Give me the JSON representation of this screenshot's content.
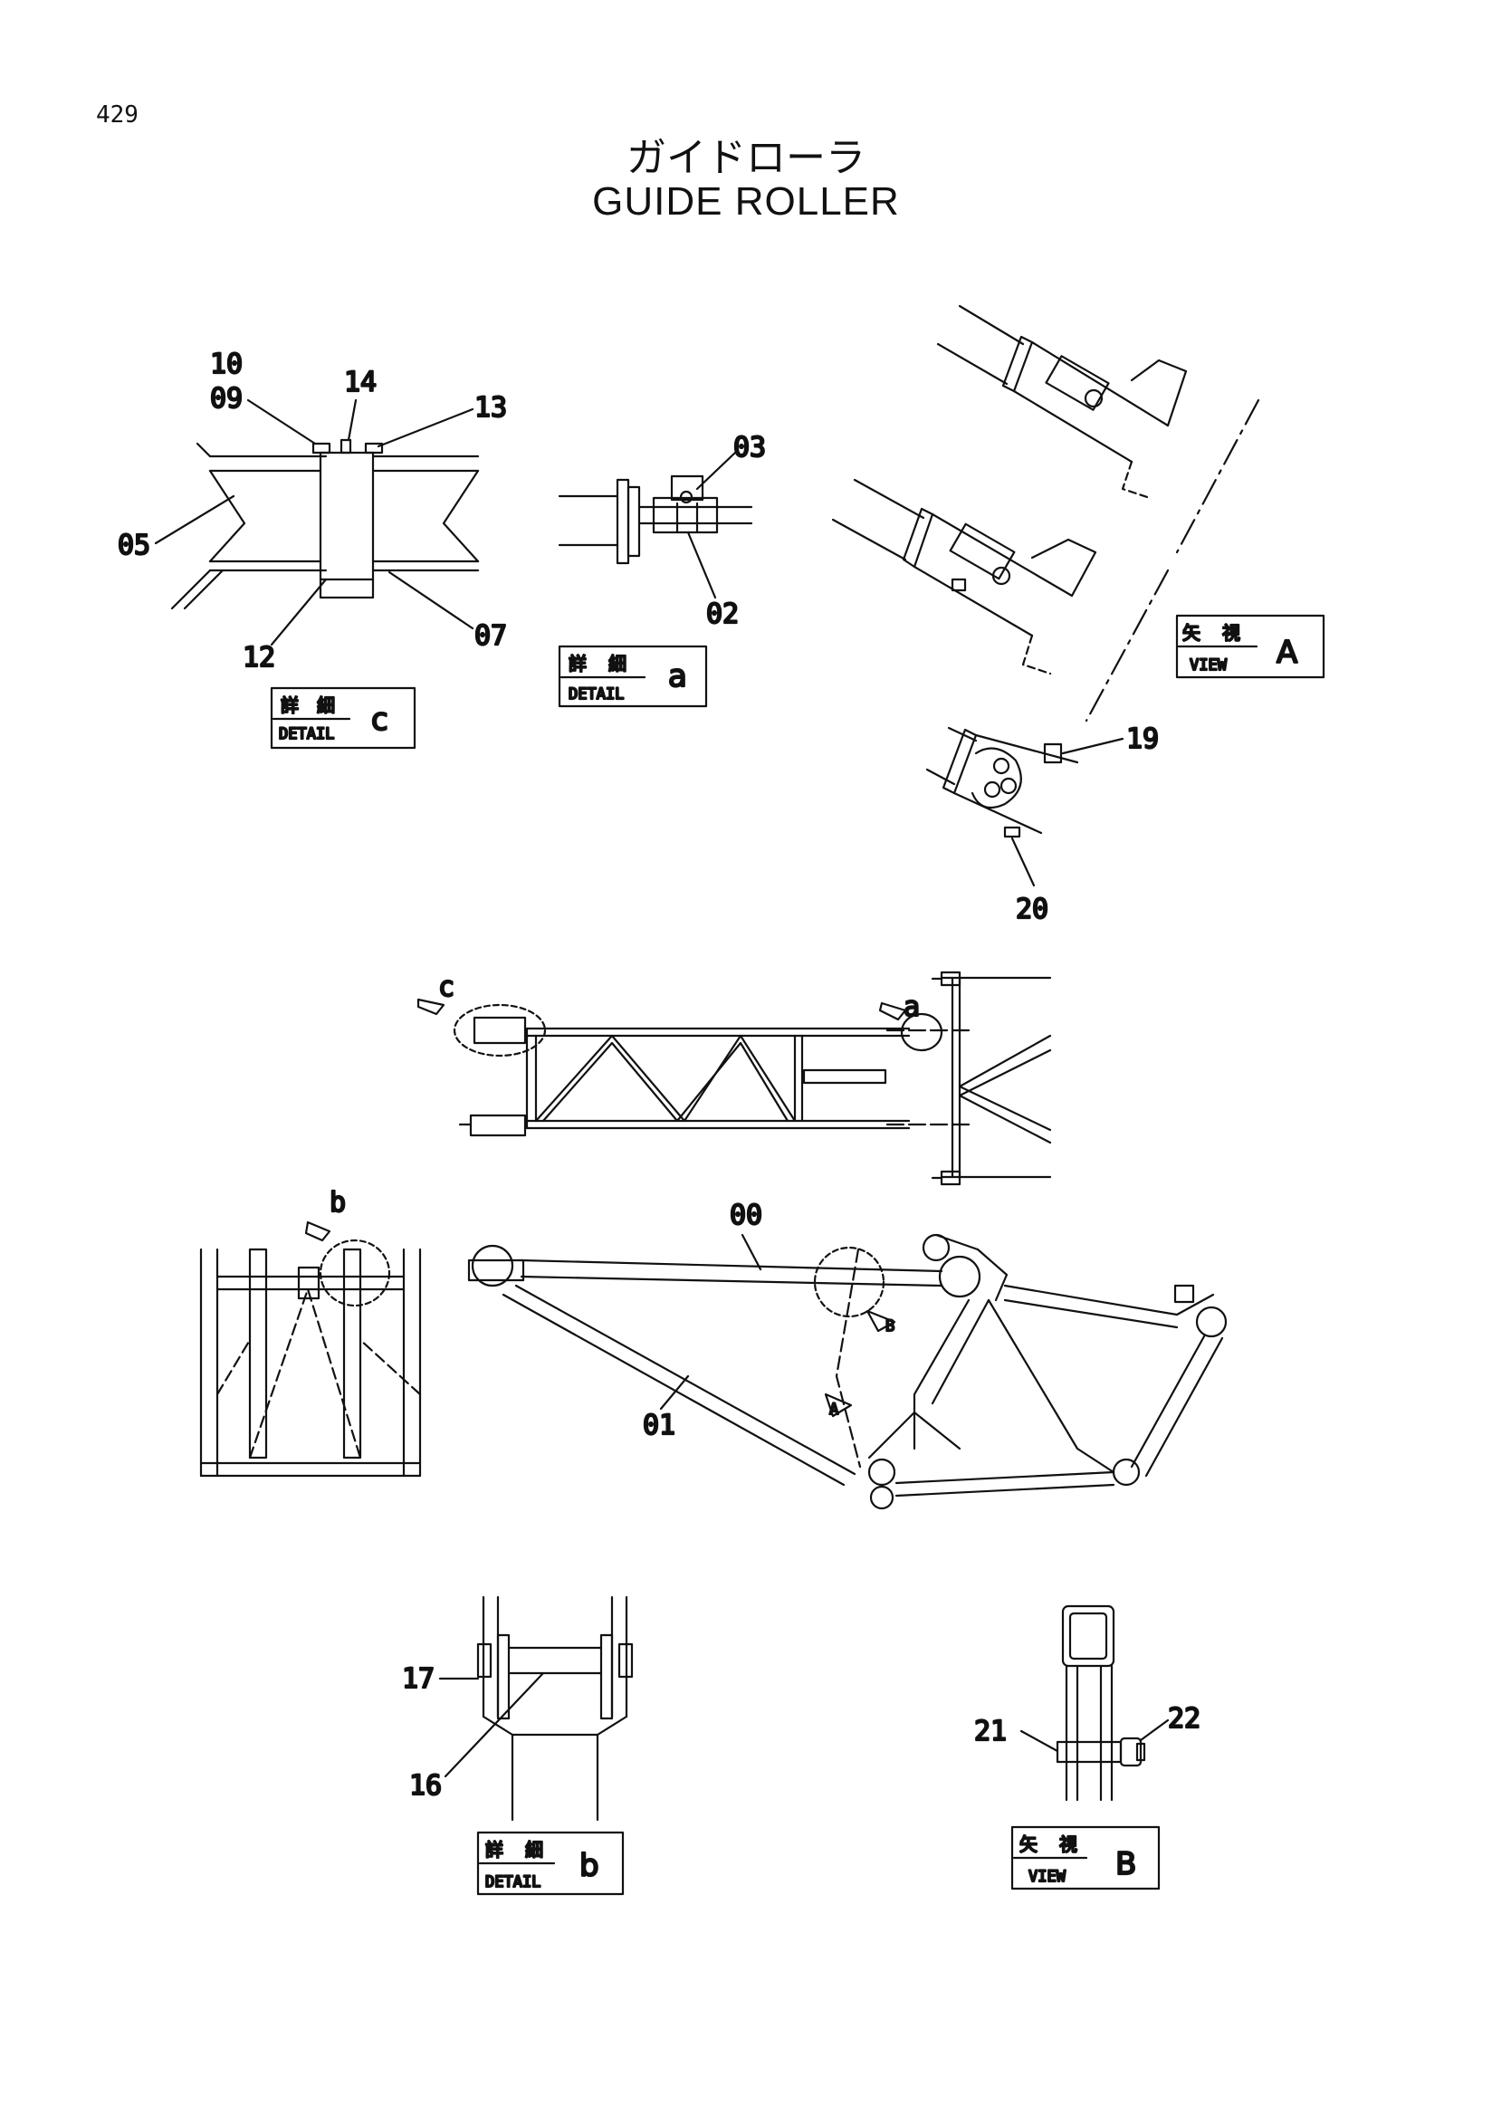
{
  "page_number": "429",
  "title_jp": "ガイドローラ",
  "title_en": "GUIDE ROLLER",
  "callouts": {
    "p10": "10",
    "p09": "09",
    "p14": "14",
    "p13": "13",
    "p05": "05",
    "p12": "12",
    "p07": "07",
    "p03": "03",
    "p02": "02",
    "p19": "19",
    "p20": "20",
    "p00": "00",
    "p01": "01",
    "p17": "17",
    "p16": "16",
    "p21": "21",
    "p22": "22"
  },
  "view_markers": {
    "c": "c",
    "a": "a",
    "b": "b",
    "A": "A",
    "B": "B"
  },
  "boxes": {
    "detail_c": {
      "jp1": "詳",
      "jp2": "細",
      "en": "DETAIL",
      "letter": "c"
    },
    "detail_a": {
      "jp1": "詳",
      "jp2": "細",
      "en": "DETAIL",
      "letter": "a"
    },
    "detail_b": {
      "jp1": "詳",
      "jp2": "細",
      "en": "DETAIL",
      "letter": "b"
    },
    "view_A": {
      "jp1": "矢",
      "jp2": "視",
      "en": "VIEW",
      "letter": "A"
    },
    "view_B": {
      "jp1": "矢",
      "jp2": "視",
      "en": "VIEW",
      "letter": "B"
    }
  }
}
